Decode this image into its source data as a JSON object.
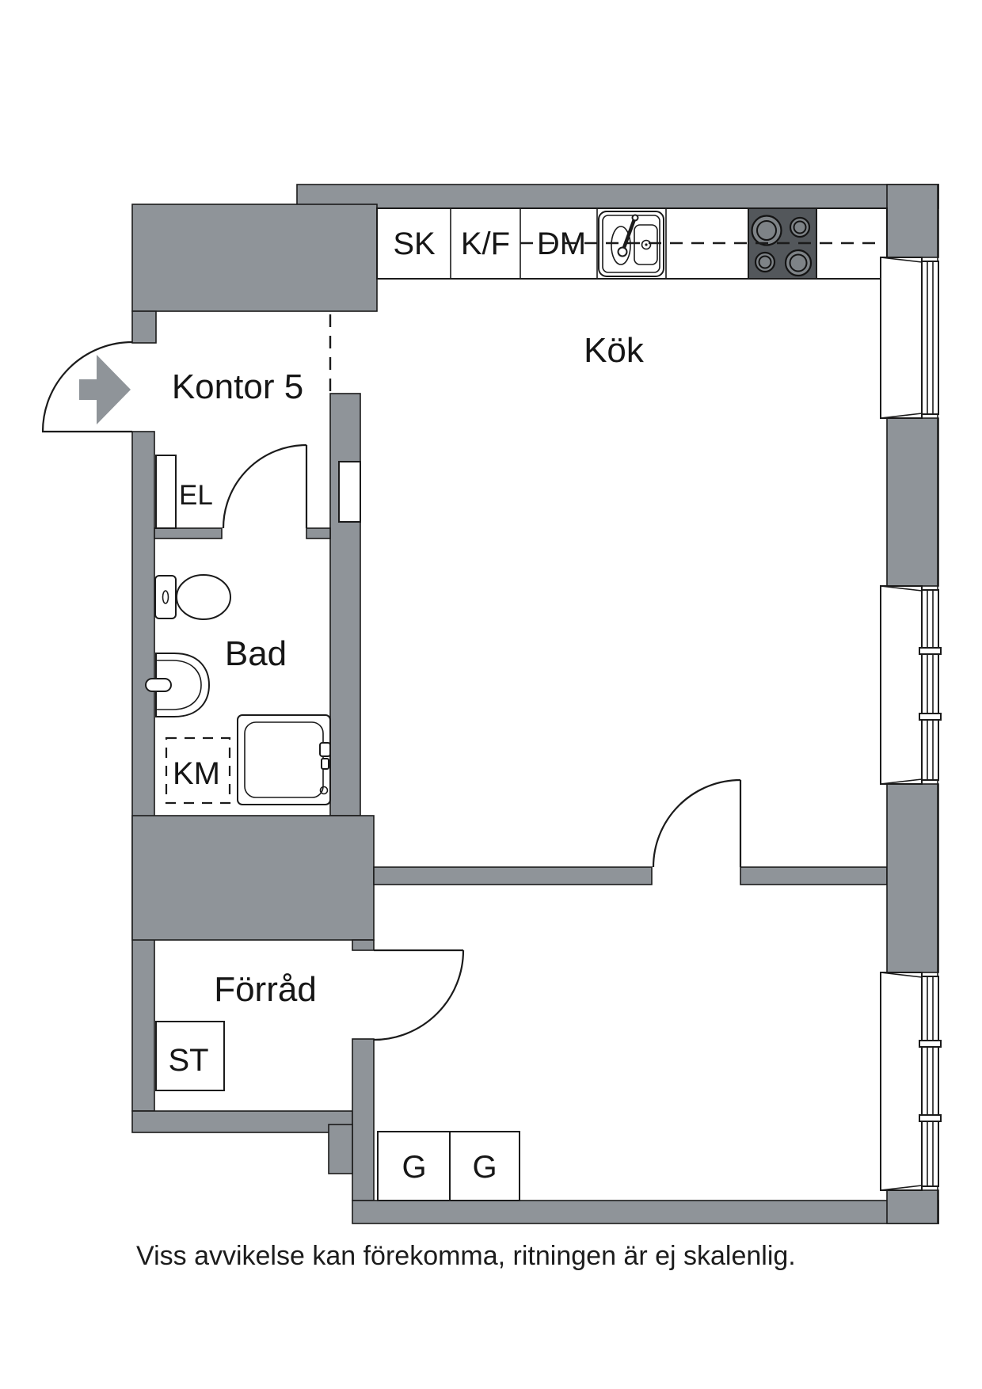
{
  "floorplan": {
    "rooms": {
      "kitchen": "Kök",
      "office": "Kontor 5",
      "bathroom": "Bad",
      "storage": "Förråd"
    },
    "fixtures": {
      "cabinet": "SK",
      "fridge_freezer": "K/F",
      "dishwasher": "DM",
      "electrical": "EL",
      "washing_machine": "KM",
      "cleaning_storage": "ST",
      "wardrobe_1": "G",
      "wardrobe_2": "G"
    },
    "icons": {
      "entrance_arrow": "arrow-right",
      "sink": "double-bowl-sink",
      "stove": "four-burner-hob",
      "toilet": "toilet",
      "washbasin": "washbasin",
      "shower": "shower-cabin"
    },
    "disclaimer": "Viss avvikelse kan förekomma, ritningen är ej skalenlig.",
    "colors": {
      "wall": "#8F9499",
      "stove": "#53575B",
      "burner": "#7E8387",
      "line": "#1B1B1B",
      "background": "#FFFFFF"
    }
  }
}
